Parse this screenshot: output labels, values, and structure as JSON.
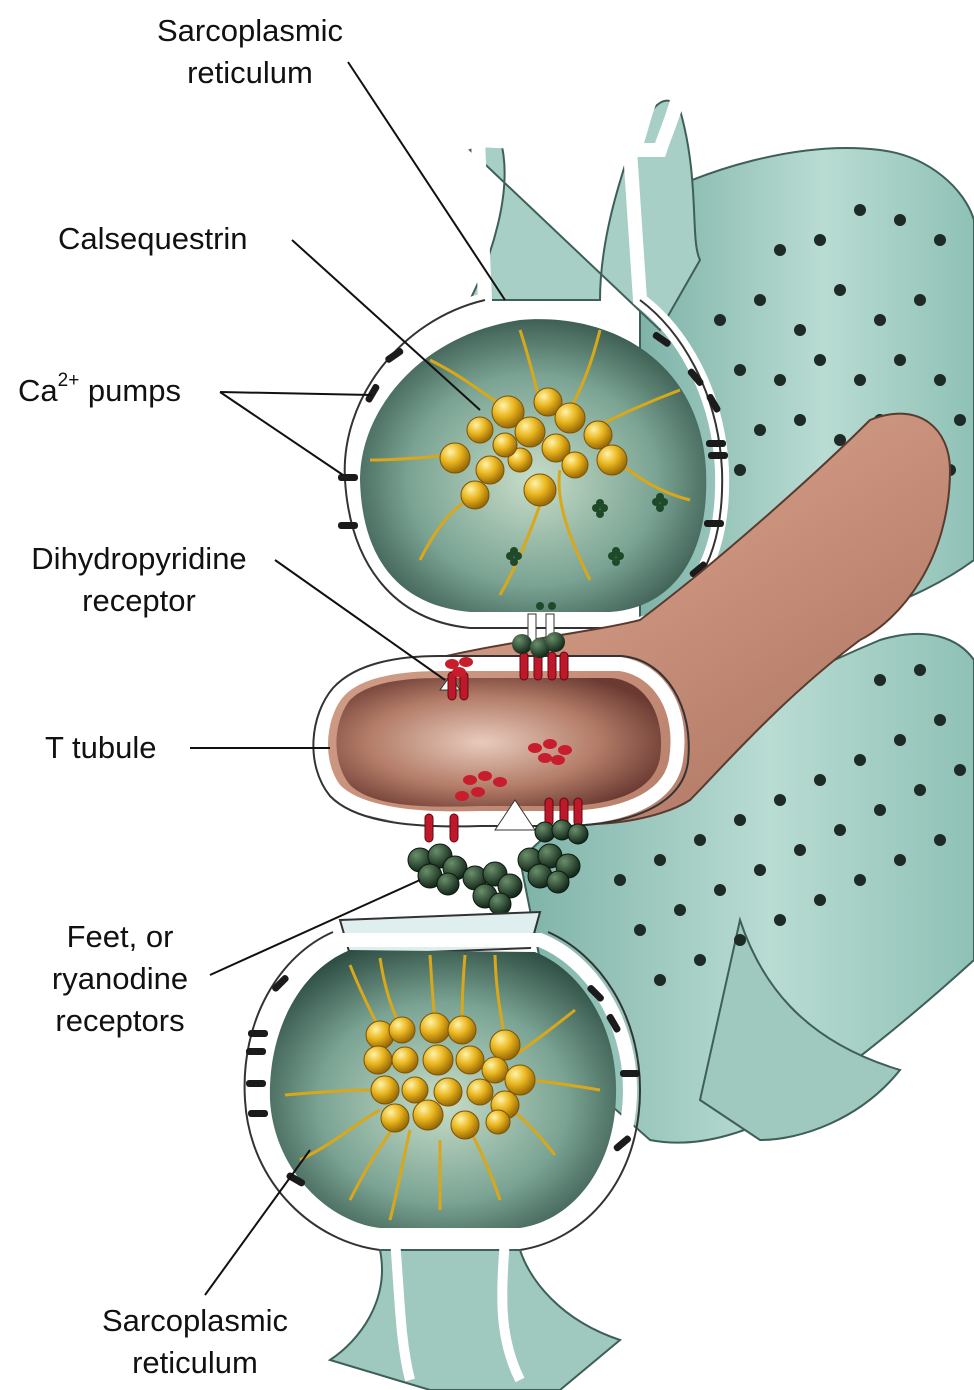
{
  "labels": {
    "sr_top": {
      "line1": "Sarcoplasmic",
      "line2": "reticulum"
    },
    "calsequestrin": "Calsequestrin",
    "ca_pumps": {
      "prefix": "Ca",
      "superscript": "2+",
      "suffix": " pumps"
    },
    "dhp_receptor": {
      "line1": "Dihydropyridine",
      "line2": "receptor"
    },
    "t_tubule": "T tubule",
    "feet": {
      "line1": "Feet, or",
      "line2": "ryanodine",
      "line3": "receptors"
    },
    "sr_bottom": {
      "line1": "Sarcoplasmic",
      "line2": "reticulum"
    }
  },
  "colors": {
    "sr_fill": "#a9d1c8",
    "sr_inner": "#4f7c6f",
    "membrane": "#ffffff",
    "t_tubule_fill": "#c79a83",
    "t_tubule_inner": "#7f4a3f",
    "calsequestrin": "#e8b81f",
    "pump": "#1b1b1b",
    "ryanodine": "#1f3d24",
    "dhp": "#c0182b",
    "ca_ion_green": "#1e4a2a",
    "ca_ion_red": "#c81d2d"
  }
}
